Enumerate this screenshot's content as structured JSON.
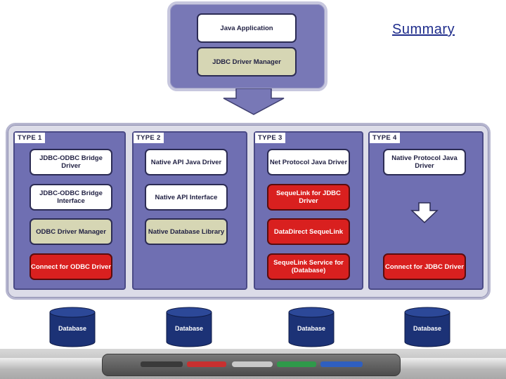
{
  "header": {
    "summary_link": "Summary"
  },
  "top": {
    "app_box": "Java Application",
    "manager_box": "JDBC Driver Manager"
  },
  "types": [
    {
      "label": "TYPE 1",
      "boxes": [
        "JDBC-ODBC Bridge Driver",
        "JDBC-ODBC Bridge Interface",
        "ODBC Driver Manager",
        "Connect for ODBC Driver"
      ]
    },
    {
      "label": "TYPE 2",
      "boxes": [
        "Native API Java Driver",
        "Native API Interface",
        "Native Database Library"
      ]
    },
    {
      "label": "TYPE 3",
      "boxes": [
        "Net Protocol Java Driver",
        "SequeLink for JDBC Driver",
        "DataDirect SequeLink",
        "SequeLink Service for (Database)"
      ]
    },
    {
      "label": "TYPE 4",
      "boxes": [
        "Native Protocol Java Driver",
        "Connect for JDBC Driver"
      ]
    }
  ],
  "databases": [
    "Database",
    "Database",
    "Database",
    "Database"
  ],
  "colors": {
    "frame_blue": "#7878b6",
    "column_blue": "#6f6fb2",
    "red_box": "#d9201f",
    "tan_box": "#d6d6b4",
    "db_navy": "#1c3276",
    "link_color": "#1f2d8c"
  }
}
